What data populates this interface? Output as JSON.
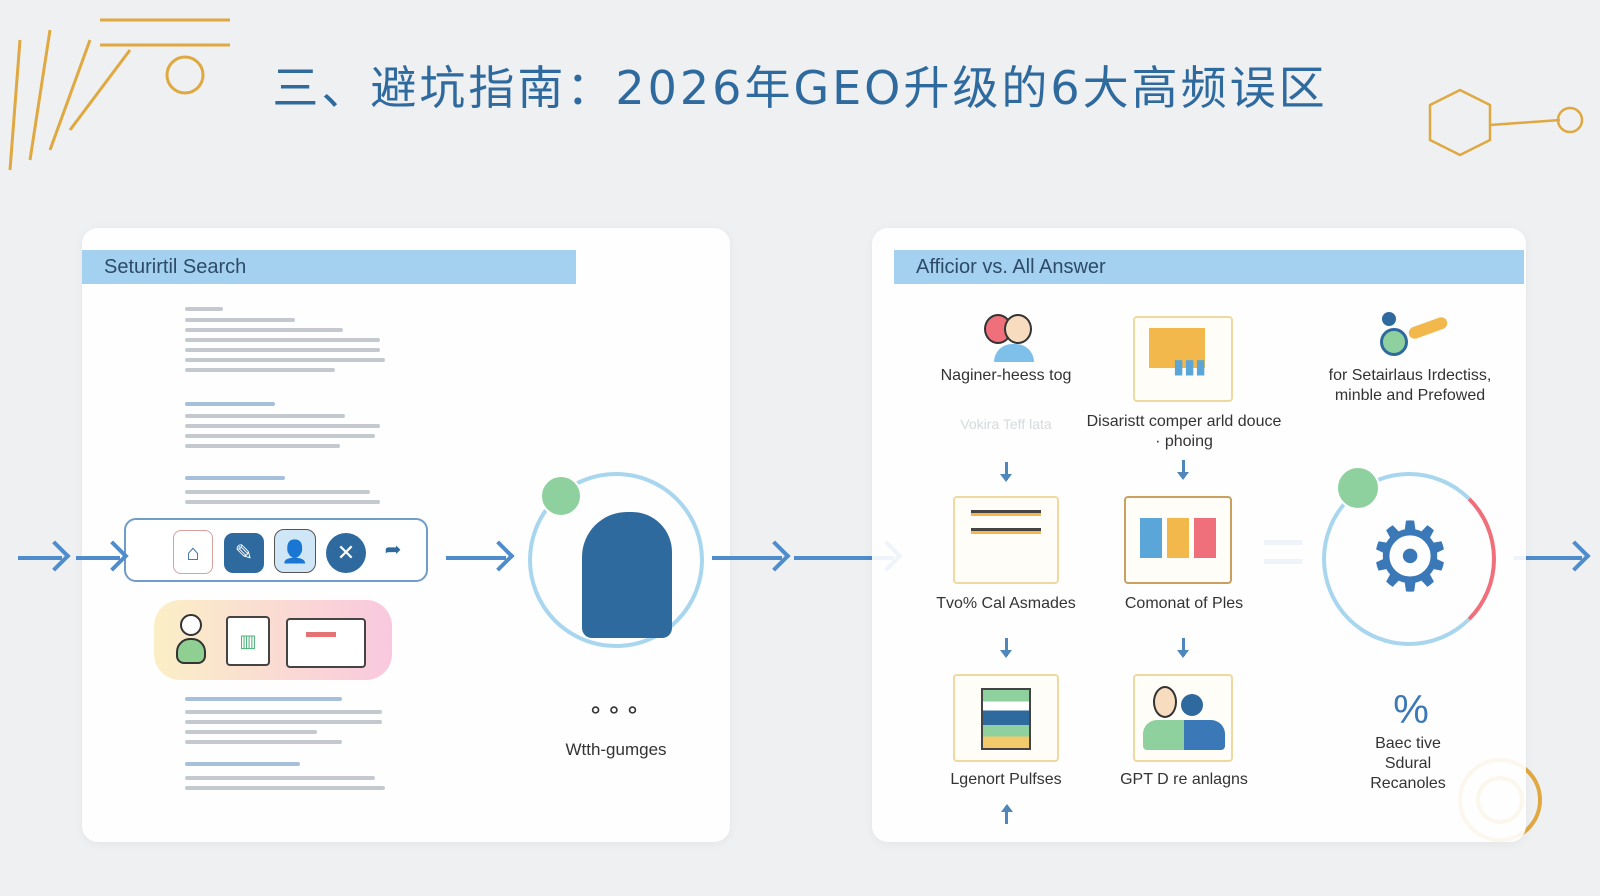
{
  "title": "三、避坑指南：2026年GEO升级的6大高频误区",
  "left_panel": {
    "header": "Seturirtil Search",
    "circle_caption": "Wtth-gumges"
  },
  "right_panel": {
    "header": "Afficior vs. All Answer",
    "items": [
      {
        "label": "Naginer-heess tog",
        "icon": "people-icon"
      },
      {
        "label": "Disaristt comper arld douce · phoing",
        "icon": "chart-document-icon"
      },
      {
        "label": "for Setairlaus Irdectiss, minble and Prefowed",
        "icon": "key-user-icon"
      },
      {
        "label": "Tvo% Cal Asmades",
        "icon": "checklist-icon"
      },
      {
        "label": "Comonat of Ples",
        "icon": "dashboard-icon"
      },
      {
        "label": "Lgenort Pulfses",
        "icon": "stack-icon"
      },
      {
        "label": "GPT D re anlagns",
        "icon": "two-people-icon"
      },
      {
        "label": "Baec tive Sdural Recanoles",
        "icon": "percent-icon"
      }
    ],
    "faded_text": "Vokira Teff lata"
  },
  "colors": {
    "accent": "#2f6a9e",
    "header_bg": "#a3d1ef",
    "arrow": "#4f8ccb",
    "gold": "#e0a840"
  }
}
